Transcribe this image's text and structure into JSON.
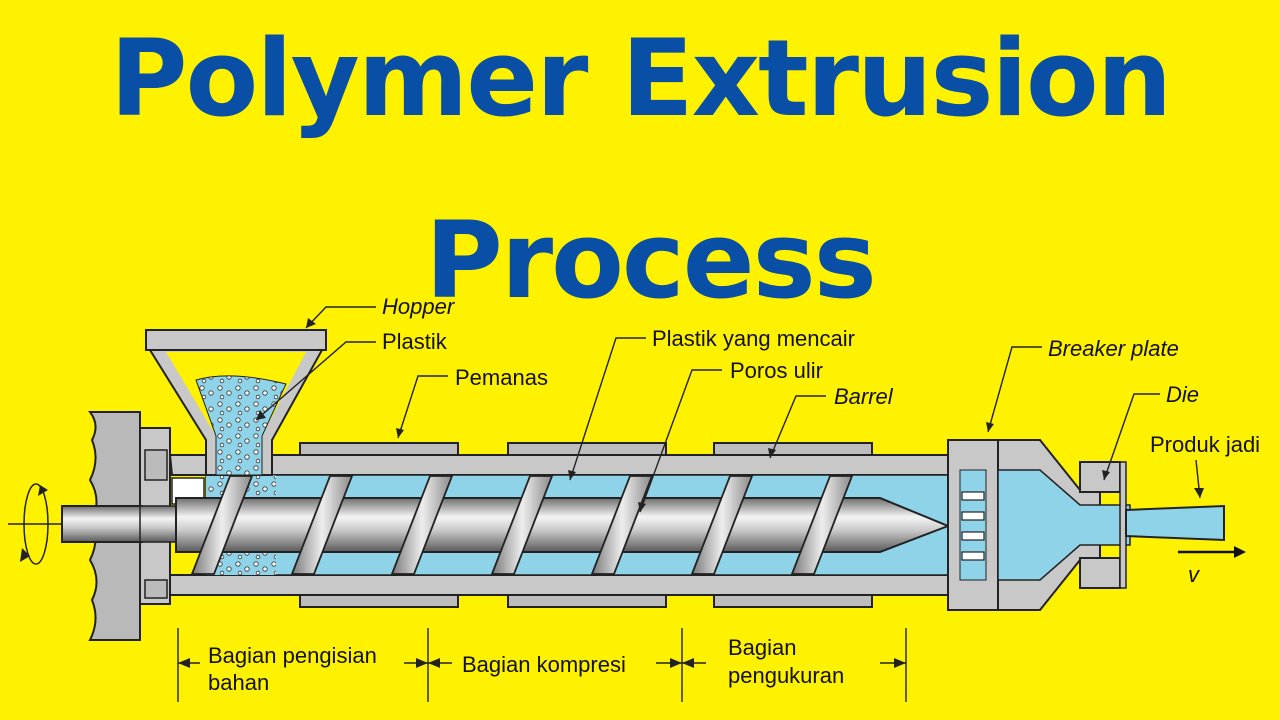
{
  "title": {
    "line1": "Polymer Extrusion",
    "line2": "Process"
  },
  "labels": {
    "hopper": "Hopper",
    "plastik": "Plastik",
    "pemanas": "Pemanas",
    "plastik_mencair": "Plastik yang mencair",
    "poros_ulir": "Poros ulir",
    "barrel": "Barrel",
    "breaker_plate": "Breaker plate",
    "die": "Die",
    "produk_jadi": "Produk jadi",
    "velocity": "v"
  },
  "zones": {
    "feed_line1": "Bagian pengisian",
    "feed_line2": "bahan",
    "compression": "Bagian kompresi",
    "metering_line1": "Bagian",
    "metering_line2": "pengukuran"
  },
  "colors": {
    "background": "#FFF200",
    "title": "#0A4FA6",
    "melt": "#8FD3E8",
    "metal": "#C8C8C8",
    "outline": "#222222"
  }
}
